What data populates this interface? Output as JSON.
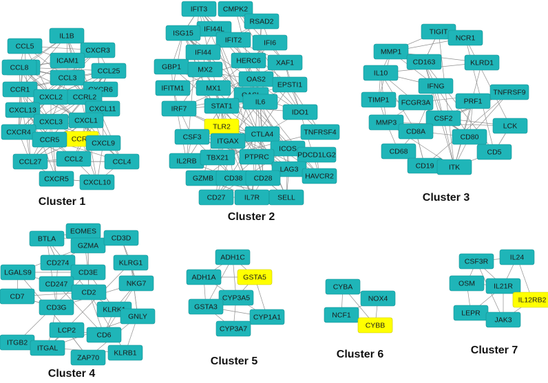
{
  "colors": {
    "node": "#1fb5b8",
    "highlight": "#ffff00",
    "edge": "#8e8e8e",
    "label": "#111111"
  },
  "clusters": [
    {
      "id": "c1",
      "label": "Cluster 1",
      "nodes": [
        "IL1B",
        "CCL5",
        "CXCR3",
        "ICAM1",
        "CCL8",
        "CCL25",
        "CCL3",
        "CCR1",
        "CXCR6",
        "CXCL2",
        "CCRL2",
        "CXCL13",
        "CXCL11",
        "CXCL3",
        "CXCL1",
        "CXCR4",
        "CCL8",
        "CCR7",
        "CCR5",
        "CXCL9",
        "CCL27",
        "CCL2",
        "CCL4",
        "CXCR5",
        "CXCL10"
      ],
      "highlighted": [
        "CCR7"
      ]
    },
    {
      "id": "c2",
      "label": "Cluster 2",
      "nodes": [
        "IFIT3",
        "CMPK2",
        "IFI44L",
        "RSAD2",
        "ISG15",
        "IFIT2",
        "IFI6",
        "IFI44",
        "HERC6",
        "GBP1",
        "MX2",
        "XAF1",
        "OAS2",
        "EPSTI1",
        "IFITM1",
        "MX1",
        "OASL",
        "IRF7",
        "STAT1",
        "IL6",
        "IDO1",
        "TLR2",
        "CTLA4",
        "TNFRSF4",
        "CSF3",
        "ITGAX",
        "ICOS",
        "PDCD1LG2",
        "IL2RB",
        "TBX21",
        "PTPRC",
        "LAG3",
        "GZMB",
        "CD38",
        "CD28",
        "HAVCR2",
        "CD27",
        "IL7R",
        "SELL"
      ],
      "highlighted": [
        "TLR2"
      ]
    },
    {
      "id": "c3",
      "label": "Cluster 3",
      "nodes": [
        "TIGIT",
        "MMP1",
        "NCR1",
        "CD163",
        "KLRD1",
        "IL10",
        "IFNG",
        "TNFRSF9",
        "TIMP1",
        "FCGR3A",
        "PRF1",
        "CSF2",
        "MMP3",
        "LCK",
        "CD8A",
        "CD80",
        "CD68",
        "CD5",
        "CD19",
        "ITK"
      ],
      "highlighted": []
    },
    {
      "id": "c4",
      "label": "Cluster 4",
      "nodes": [
        "EOMES",
        "BTLA",
        "GZMA",
        "CD3D",
        "CD274",
        "KLRG1",
        "LGALS9",
        "CD3E",
        "CD247",
        "NKG7",
        "CD7",
        "CD2",
        "CD3G",
        "KLRK1",
        "GNLY",
        "ITGB2",
        "LCP2",
        "CD6",
        "ITGAL",
        "KLRB1",
        "ZAP70"
      ],
      "highlighted": []
    },
    {
      "id": "c5",
      "label": "Cluster 5",
      "nodes": [
        "ADH1C",
        "ADH1A",
        "GSTA5",
        "CYP3A5",
        "GSTA3",
        "CYP1A1",
        "CYP3A7"
      ],
      "highlighted": [
        "GSTA5"
      ]
    },
    {
      "id": "c6",
      "label": "Cluster 6",
      "nodes": [
        "CYBA",
        "NOX4",
        "NCF1",
        "CYBB"
      ],
      "highlighted": [
        "CYBB"
      ]
    },
    {
      "id": "c7",
      "label": "Cluster 7",
      "nodes": [
        "CSF3R",
        "IL24",
        "OSM",
        "IL21R",
        "IL12RB2",
        "LEPR",
        "JAK3"
      ],
      "highlighted": [
        "IL12RB2"
      ]
    }
  ]
}
